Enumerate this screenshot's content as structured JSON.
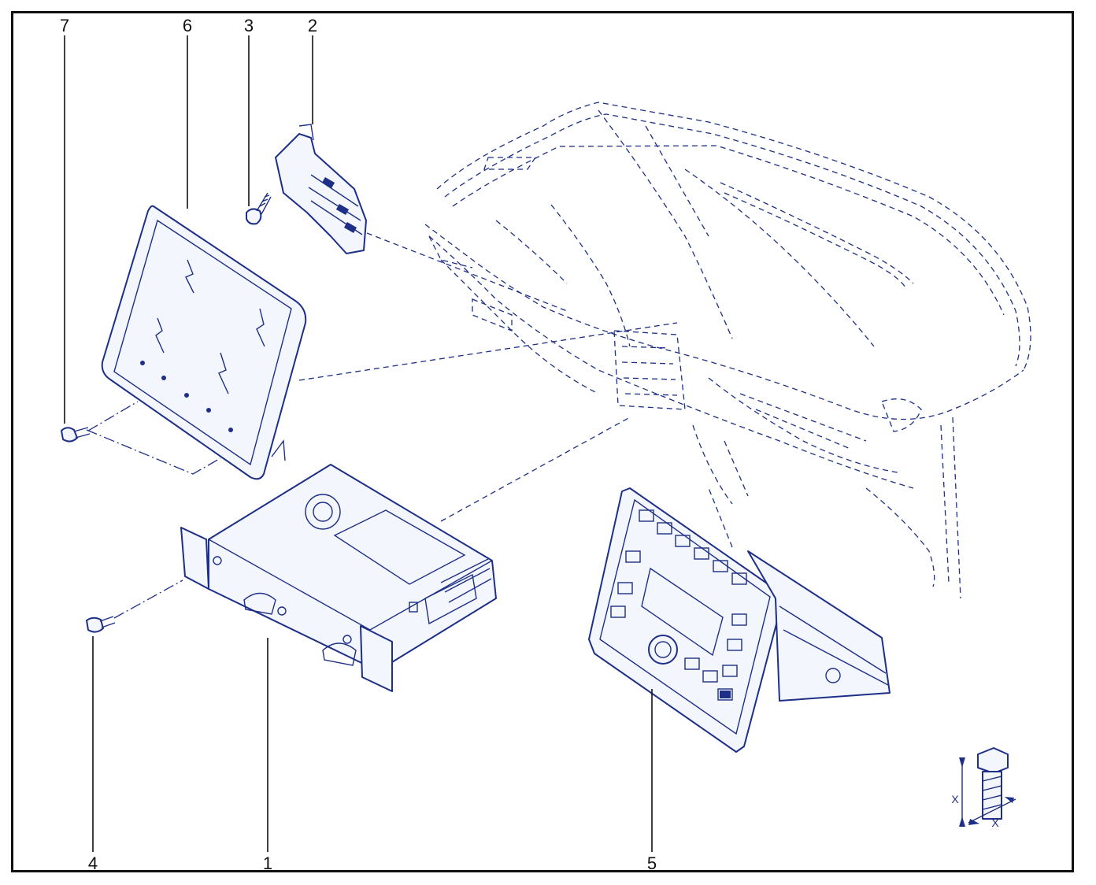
{
  "callouts": [
    {
      "id": "7",
      "label": "7"
    },
    {
      "id": "6",
      "label": "6"
    },
    {
      "id": "3",
      "label": "3"
    },
    {
      "id": "2",
      "label": "2"
    },
    {
      "id": "4",
      "label": "4"
    },
    {
      "id": "1",
      "label": "1"
    },
    {
      "id": "5",
      "label": "5"
    }
  ],
  "dimension_symbol": {
    "x_label_vertical": "X",
    "x_label_diagonal": "X"
  },
  "colors": {
    "line": "#1d2f86",
    "frame": "#111111",
    "background": "#ffffff"
  }
}
